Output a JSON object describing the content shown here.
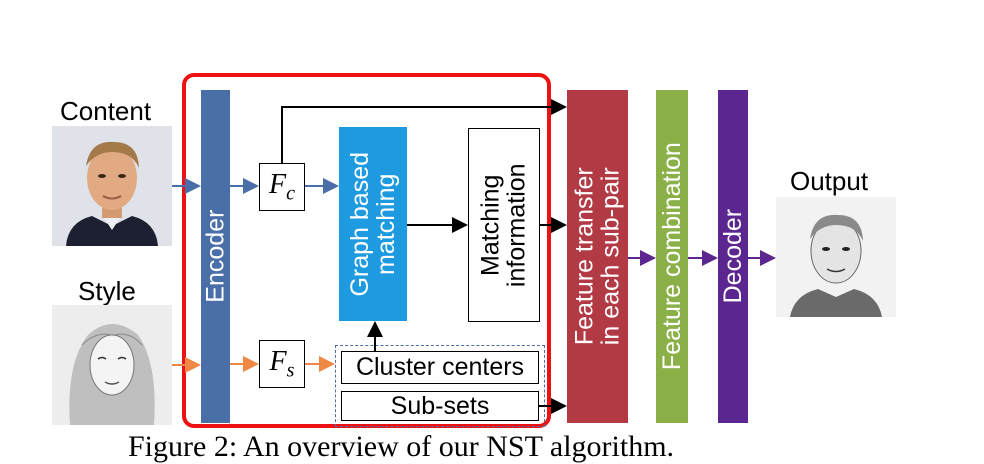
{
  "inputs": {
    "content_label": "Content",
    "style_label": "Style"
  },
  "output_label": "Output",
  "blocks": {
    "encoder": "Encoder",
    "fc_symbol": "F",
    "fc_sub": "c",
    "fs_symbol": "F",
    "fs_sub": "s",
    "graph_matching_line1": "Graph based",
    "graph_matching_line2": "matching",
    "matching_info_line1": "Matching",
    "matching_info_line2": "information",
    "cluster_centers": "Cluster centers",
    "sub_sets": "Sub-sets",
    "feature_transfer_line1": "Feature transfer",
    "feature_transfer_line2": "in each sub-pair",
    "feature_combination": "Feature combination",
    "decoder": "Decoder"
  },
  "caption_fragment": "Figure 2: An overview of our NST algorithm.",
  "colors": {
    "encoder": "#4a6ea8",
    "graph_matching": "#1e9be0",
    "feature_transfer": "#b23a44",
    "feature_combination": "#8bb048",
    "decoder": "#5c2690",
    "highlight_box": "#ee1111",
    "arrow_blue": "#4a6ea8",
    "arrow_orange": "#ee8844",
    "arrow_purple": "#5c2690"
  }
}
